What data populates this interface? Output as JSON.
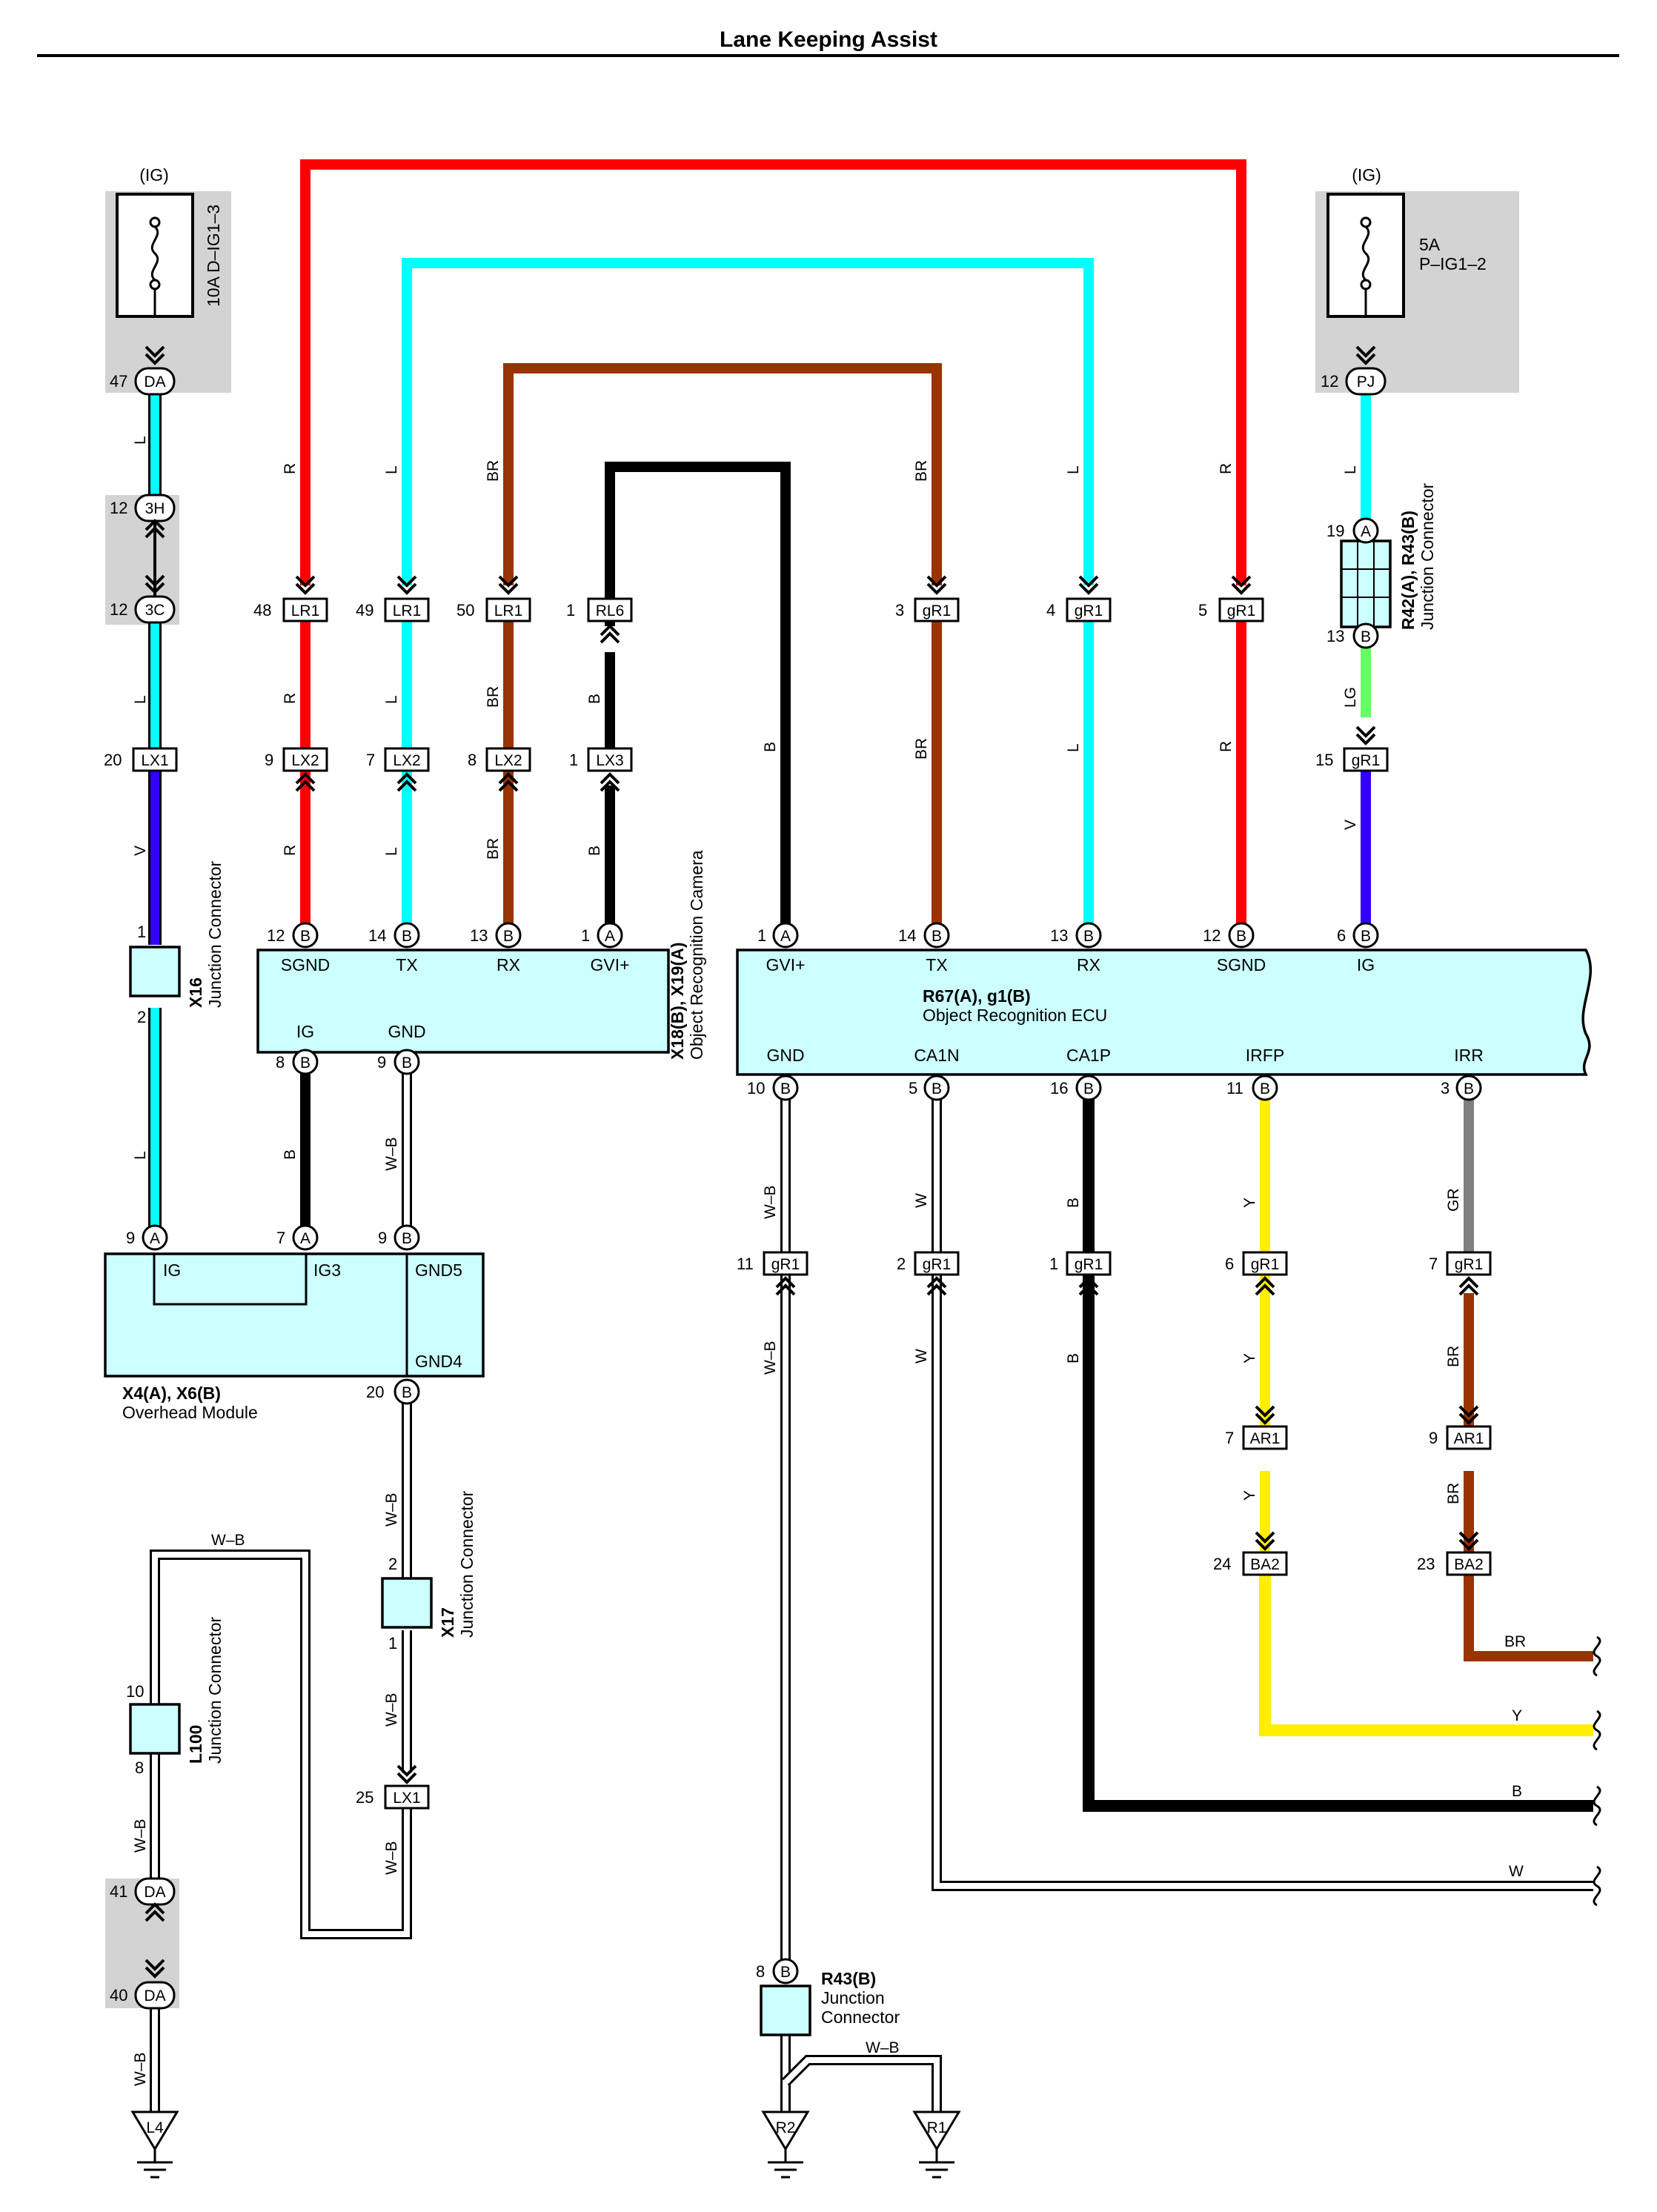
{
  "title": "Lane Keeping Assist",
  "sources": {
    "ig_left": "(IG)",
    "ig_right": "(IG)",
    "fuse_left": "10A D–IG1–3",
    "fuse_right_amp": "5A",
    "fuse_right_name": "P–IG1–2"
  },
  "components": {
    "camera": {
      "id": "X18(B), X19(A)",
      "name": "Object Recognition Camera"
    },
    "ecu": {
      "id": "R67(A), g1(B)",
      "name": "Object Recognition ECU"
    },
    "overhead": {
      "id": "X4(A), X6(B)",
      "name": "Overhead Module"
    },
    "x16": {
      "id": "X16",
      "name": "Junction Connector"
    },
    "x17": {
      "id": "X17",
      "name": "Junction Connector"
    },
    "l100": {
      "id": "L100",
      "name": "Junction Connector"
    },
    "r42": {
      "id": "R42(A), R43(B)",
      "name": "Junction Connector"
    },
    "r43": {
      "id": "R43(B)",
      "name1": "Junction",
      "name2": "Connector"
    }
  },
  "pins": {
    "camera_top": [
      "SGND",
      "TX",
      "RX",
      "GVI+"
    ],
    "camera_bottom": [
      "IG",
      "GND"
    ],
    "ecu_top": [
      "GVI+",
      "TX",
      "RX",
      "SGND",
      "IG"
    ],
    "ecu_bottom": [
      "GND",
      "CA1N",
      "CA1P",
      "IRFP",
      "IRR"
    ],
    "overhead": [
      "IG",
      "IG3",
      "GND5",
      "GND4"
    ]
  },
  "connectors": {
    "DA": "DA",
    "PJ": "PJ",
    "3H": "3H",
    "3C": "3C",
    "LX1": "LX1",
    "LX2": "LX2",
    "LX3": "LX3",
    "LR1": "LR1",
    "RL6": "RL6",
    "gR1": "gR1",
    "AR1": "AR1",
    "BA2": "BA2"
  },
  "terminals": {
    "A": "A",
    "B": "B"
  },
  "pin_numbers": {
    "n1": "1",
    "n2": "2",
    "n3": "3",
    "n4": "4",
    "n5": "5",
    "n6": "6",
    "n7": "7",
    "n8": "8",
    "n9": "9",
    "n10": "10",
    "n11": "11",
    "n12": "12",
    "n13": "13",
    "n14": "14",
    "n15": "15",
    "n16": "16",
    "n19": "19",
    "n20": "20",
    "n23": "23",
    "n24": "24",
    "n25": "25",
    "n40": "40",
    "n41": "41",
    "n47": "47",
    "n48": "48",
    "n49": "49",
    "n50": "50"
  },
  "wire_codes": {
    "R": "R",
    "L": "L",
    "BR": "BR",
    "B": "B",
    "V": "V",
    "LG": "LG",
    "W": "W",
    "WB": "W–B",
    "Y": "Y",
    "GR": "GR"
  },
  "grounds": {
    "L4": "L4",
    "R2": "R2",
    "R1": "R1"
  },
  "wire_colors": {
    "R": "#ff0000",
    "L": "#00ffff",
    "BR": "#993300",
    "B": "#000000",
    "V": "#3300ff",
    "LG": "#66ff66",
    "Y": "#ffee00",
    "GR": "#808080",
    "W": "#ffffff"
  }
}
